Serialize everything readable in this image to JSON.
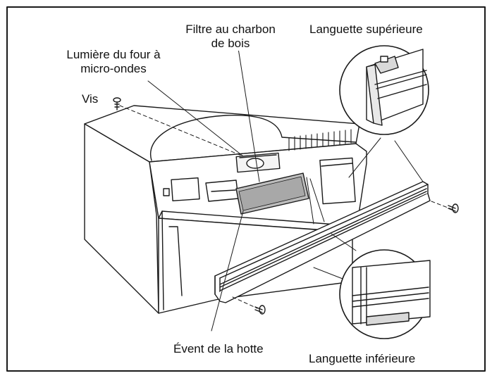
{
  "labels": {
    "charcoal_filter_line1": "Filtre au charbon",
    "charcoal_filter_line2": "de bois",
    "top_tab": "Languette supérieure",
    "oven_light_line1": "Lumière du four à",
    "oven_light_line2": "micro-ondes",
    "screw": "Vis",
    "hood_vent": "Évent de la hotte",
    "bottom_tab": "Languette inférieure"
  },
  "colors": {
    "line": "#1a1a1a",
    "fill_light": "#ffffff",
    "fill_gray": "#d9d9d9",
    "filter_gray": "#bdbdbd",
    "border": "#222222"
  }
}
